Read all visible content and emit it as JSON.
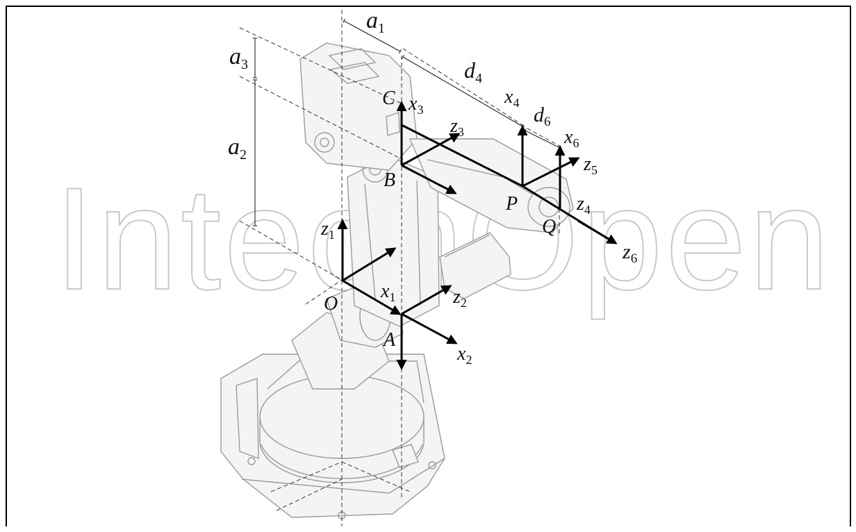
{
  "colors": {
    "frame_border": "#000000",
    "axis": "#000000",
    "robot_outline": "#9a9a9a",
    "watermark": "#c8c8c8"
  },
  "watermark": {
    "text": "IntechOpen"
  },
  "labels": {
    "a1": {
      "base": "a",
      "sub": "1"
    },
    "a2": {
      "base": "a",
      "sub": "2"
    },
    "a3": {
      "base": "a",
      "sub": "3"
    },
    "d4": {
      "base": "d",
      "sub": "4"
    },
    "d6": {
      "base": "d",
      "sub": "6"
    },
    "x1": {
      "base": "x",
      "sub": "1"
    },
    "x2": {
      "base": "x",
      "sub": "2"
    },
    "x3": {
      "base": "x",
      "sub": "3"
    },
    "x4": {
      "base": "x",
      "sub": "4"
    },
    "x6": {
      "base": "x",
      "sub": "6"
    },
    "z1": {
      "base": "z",
      "sub": "1"
    },
    "z2": {
      "base": "z",
      "sub": "2"
    },
    "z3": {
      "base": "z",
      "sub": "3"
    },
    "z4": {
      "base": "z",
      "sub": "4"
    },
    "z5": {
      "base": "z",
      "sub": "5"
    },
    "z6": {
      "base": "z",
      "sub": "6"
    },
    "point_O": "O",
    "point_A": "A",
    "point_B": "B",
    "point_C": "C",
    "point_P": "P",
    "point_Q": "Q"
  }
}
